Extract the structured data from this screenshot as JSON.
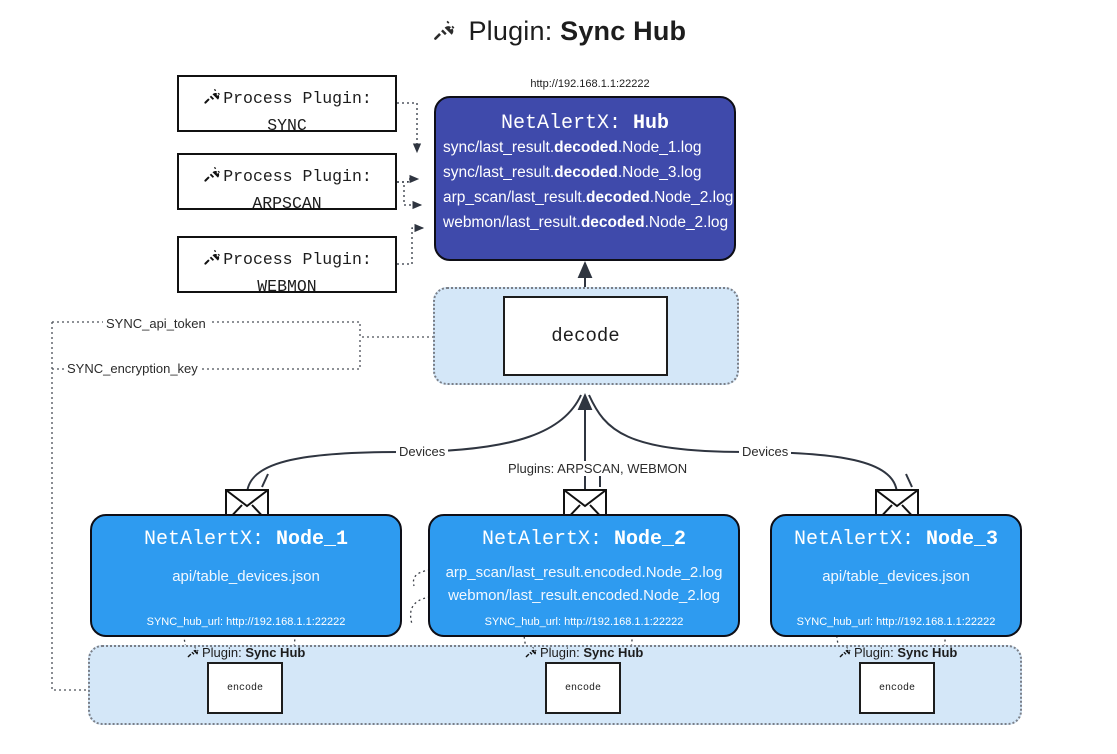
{
  "header": {
    "icon": "plug-icon",
    "prefix": "Plugin:",
    "title": "Sync Hub",
    "hub_url": "http://192.168.1.1:22222"
  },
  "colors": {
    "hub_fill": "#3f4aab",
    "node_fill": "#2e9bf0",
    "container_fill": "#d4e7f8",
    "stroke": "#0e0e16"
  },
  "process_plugins": [
    {
      "icon": "plug-icon",
      "line1": "Process Plugin:",
      "line2": "SYNC"
    },
    {
      "icon": "plug-icon",
      "line1": "Process Plugin:",
      "line2": "ARPSCAN"
    },
    {
      "icon": "plug-icon",
      "line1": "Process Plugin:",
      "line2": "WEBMON"
    }
  ],
  "hub": {
    "title_prefix": "NetAlertX:",
    "title_name": "Hub",
    "rows": [
      {
        "pre": "sync/last_result.",
        "em": "decoded",
        "post": ".Node_1.log"
      },
      {
        "pre": "sync/last_result.",
        "em": "decoded",
        "post": ".Node_3.log"
      },
      {
        "pre": "arp_scan/last_result.",
        "em": "decoded",
        "post": ".Node_2.log"
      },
      {
        "pre": "webmon/last_result.",
        "em": "decoded",
        "post": ".Node_2.log"
      }
    ]
  },
  "decode": {
    "label": "decode"
  },
  "secrets": [
    {
      "label": "SYNC_api_token"
    },
    {
      "label": "SYNC_encryption_key"
    }
  ],
  "edge_labels": {
    "devices_left": "Devices",
    "devices_right": "Devices",
    "plugins_center": "Plugins: ARPSCAN, WEBMON"
  },
  "nodes": [
    {
      "icon": "envelope-icon",
      "title_prefix": "NetAlertX:",
      "title_name": "Node_1",
      "lines": [
        "api/table_devices.json"
      ],
      "footer": "SYNC_hub_url: http://192.168.1.1:22222"
    },
    {
      "icon": "envelope-icon",
      "title_prefix": "NetAlertX:",
      "title_name": "Node_2",
      "lines": [
        "arp_scan/last_result.encoded.Node_2.log",
        "webmon/last_result.encoded.Node_2.log"
      ],
      "footer": "SYNC_hub_url: http://192.168.1.1:22222"
    },
    {
      "icon": "envelope-icon",
      "title_prefix": "NetAlertX:",
      "title_name": "Node_3",
      "lines": [
        "api/table_devices.json"
      ],
      "footer": "SYNC_hub_url: http://192.168.1.1:22222"
    }
  ],
  "encoders": [
    {
      "icon": "plug-icon",
      "prefix": "Plugin:",
      "name": "Sync Hub",
      "box_label": "encode"
    },
    {
      "icon": "plug-icon",
      "prefix": "Plugin:",
      "name": "Sync Hub",
      "box_label": "encode"
    },
    {
      "icon": "plug-icon",
      "prefix": "Plugin:",
      "name": "Sync Hub",
      "box_label": "encode"
    }
  ]
}
